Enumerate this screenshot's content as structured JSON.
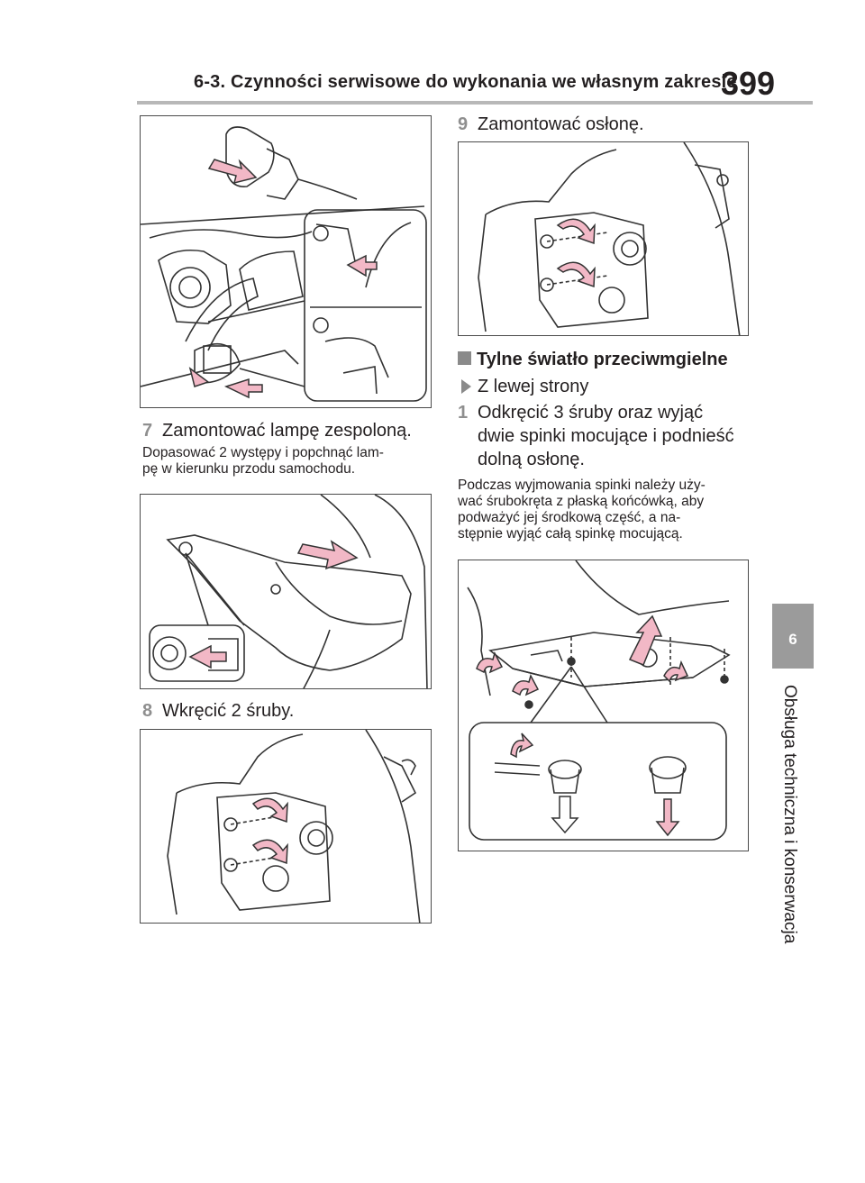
{
  "header": {
    "title": "6-3. Czynności serwisowe do wykonania we własnym zakresie",
    "page_number": "399"
  },
  "side_tab": {
    "number": "6",
    "label": "Obsługa techniczna i konserwacja"
  },
  "left": {
    "step7": {
      "num": "7",
      "text": "Zamontować lampę zespoloną."
    },
    "note7": {
      "line1": "Dopasować 2 występy i popchnąć lam-",
      "line2": "pę w kierunku przodu samochodu."
    },
    "step8": {
      "num": "8",
      "text": "Wkręcić 2 śruby."
    }
  },
  "right": {
    "step9": {
      "num": "9",
      "text": "Zamontować osłonę."
    },
    "section": {
      "title": "Tylne światło przeciwmgielne"
    },
    "subsection": {
      "text": "Z lewej strony"
    },
    "step1": {
      "num": "1",
      "line1": "Odkręcić 3 śruby oraz wyjąć",
      "line2": "dwie spinki mocujące i podnieść",
      "line3": "dolną osłonę."
    },
    "note1": {
      "line1": "Podczas wyjmowania spinki należy uży-",
      "line2": "wać śrubokręta z płaską końcówką, aby",
      "line3": "podważyć jej środkową część, a na-",
      "line4": "stępnie wyjąć całą spinkę mocującą."
    }
  },
  "colors": {
    "accent_gray": "#8f8f8f",
    "arrow_pink": "#f2b8c6",
    "rule_gray": "#b8b8b8"
  }
}
